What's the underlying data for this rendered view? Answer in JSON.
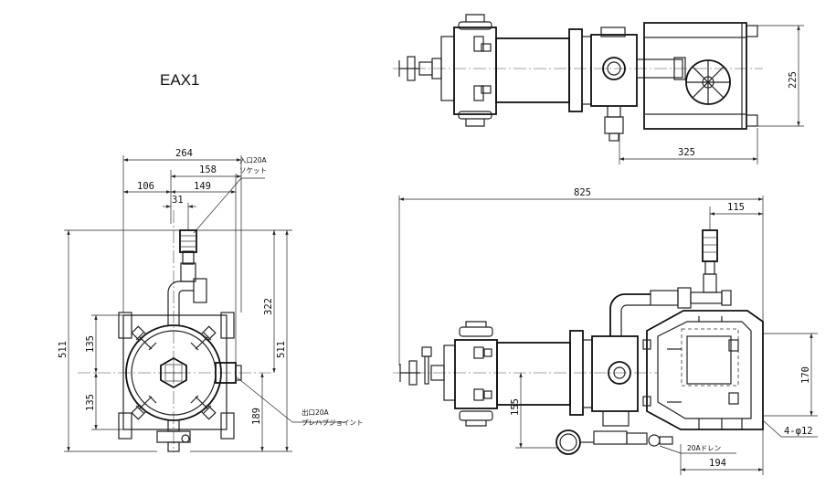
{
  "title": "EAX1",
  "front_view": {
    "width": "264",
    "offset_outer": "158",
    "offset_left": "106",
    "offset_right": "149",
    "inlet_offset": "31",
    "height_total_left": "511",
    "height_total_right": "511",
    "height_upper": "322",
    "half_upper": "135",
    "half_lower": "135",
    "outlet_height": "189",
    "inlet_note_line1": "入口20A",
    "inlet_note_line2": "ソケット",
    "outlet_note_line1": "出口20A",
    "outlet_note_line2": "プレハブジョイント"
  },
  "top_view": {
    "depth": "225",
    "frame_length": "325"
  },
  "side_view": {
    "overall_length": "825",
    "inlet_offset": "115",
    "support_height": "170",
    "outlet_height": "155",
    "drain_note": "20Aドレン",
    "drain_length": "194",
    "bolt_holes": "4-φ12"
  }
}
